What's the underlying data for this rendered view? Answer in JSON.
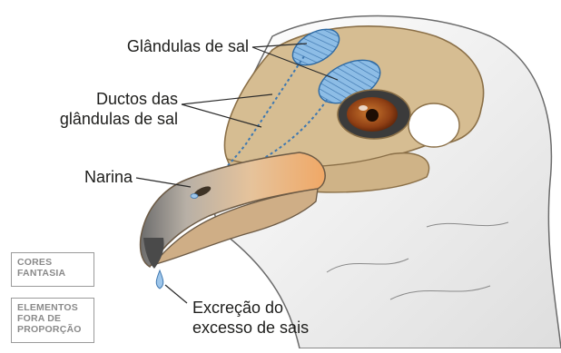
{
  "labels": {
    "salt_glands": "Glândulas de sal",
    "ducts_line1": "Ductos das",
    "ducts_line2": "glândulas de sal",
    "nostril": "Narina",
    "excretion_line1": "Excreção do",
    "excretion_line2": "excesso de sais"
  },
  "badges": {
    "fantasy_colors": [
      "CORES",
      "FANTASIA"
    ],
    "out_of_proportion": [
      "ELEMENTOS",
      "FORA DE",
      "PROPORÇÃO"
    ]
  },
  "colors": {
    "skull": "#d9c29a",
    "gland": "#7fb1de",
    "beak": "#e8c49a",
    "feather": "#f2f2f2",
    "eye": "#a4521f"
  }
}
